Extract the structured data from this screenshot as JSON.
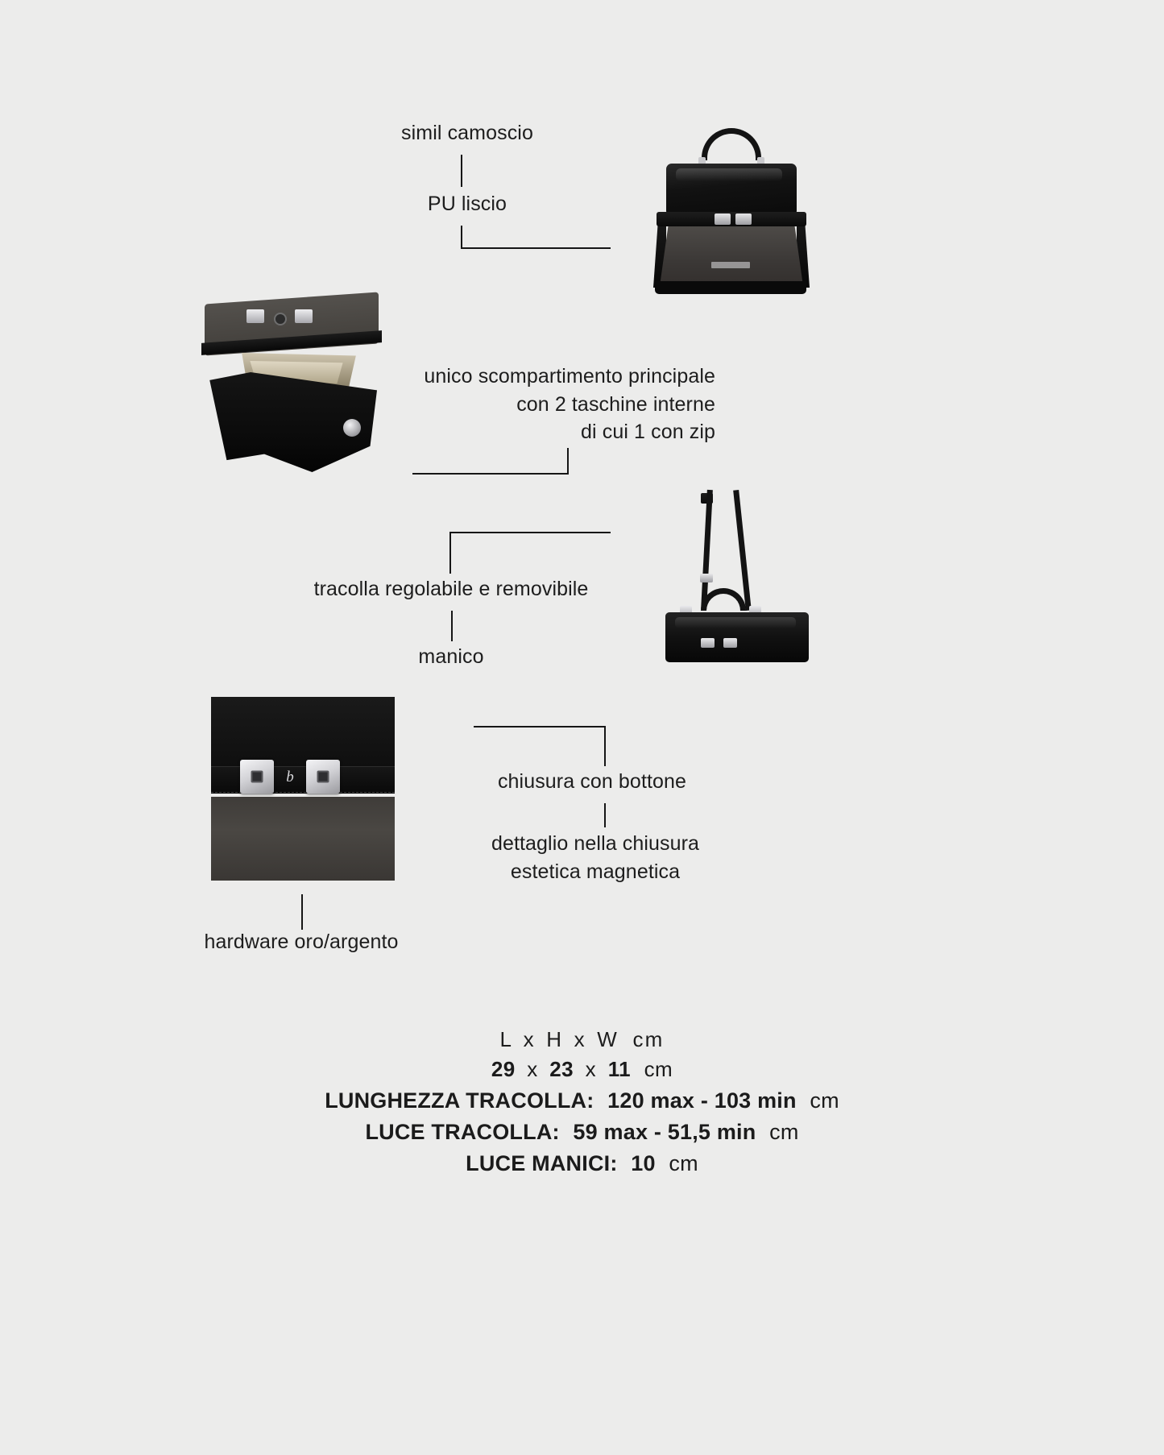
{
  "page": {
    "background_color": "#ececeb",
    "text_color": "#1d1d1d",
    "line_color": "#161616"
  },
  "annotations": {
    "simil_camoscio": "simil camoscio",
    "pu_liscio": "PU liscio",
    "compartment_line_1": "unico scompartimento principale",
    "compartment_line_2": "con 2 taschine interne",
    "compartment_line_3": "di cui 1 con zip",
    "tracolla": "tracolla regolabile e removibile",
    "manico": "manico",
    "chiusura": "chiusura con bottone",
    "dettaglio_line_1": "dettaglio nella chiusura",
    "dettaglio_line_2": "estetica magnetica",
    "hardware": "hardware oro/argento"
  },
  "photos": {
    "front_view": "handbag-front-view-photo",
    "interior_view": "handbag-open-interior-photo",
    "strap_view": "handbag-shoulder-strap-photo",
    "hardware_macro": "handbag-clasp-hardware-closeup-photo",
    "colors": {
      "leather_black": "#111111",
      "suede_grey": "#423f3c",
      "hardware_silver": "#e2e2e5",
      "lining_beige": "#c3b99e"
    }
  },
  "dimensions": {
    "header": {
      "l": "L",
      "sep1": "x",
      "h": "H",
      "sep2": "x",
      "w": "W",
      "unit": "cm"
    },
    "size": {
      "length": "29",
      "sep1": "x",
      "height": "23",
      "sep2": "x",
      "width": "11",
      "unit": "cm"
    },
    "strap_length": {
      "label": "LUNGHEZZA TRACOLLA:",
      "value": "120 max - 103 min",
      "unit": "cm"
    },
    "strap_drop": {
      "label": "LUCE TRACOLLA:",
      "value": "59 max - 51,5 min",
      "unit": "cm"
    },
    "handle_drop": {
      "label": "LUCE MANICI:",
      "value": "10",
      "unit": "cm"
    }
  }
}
